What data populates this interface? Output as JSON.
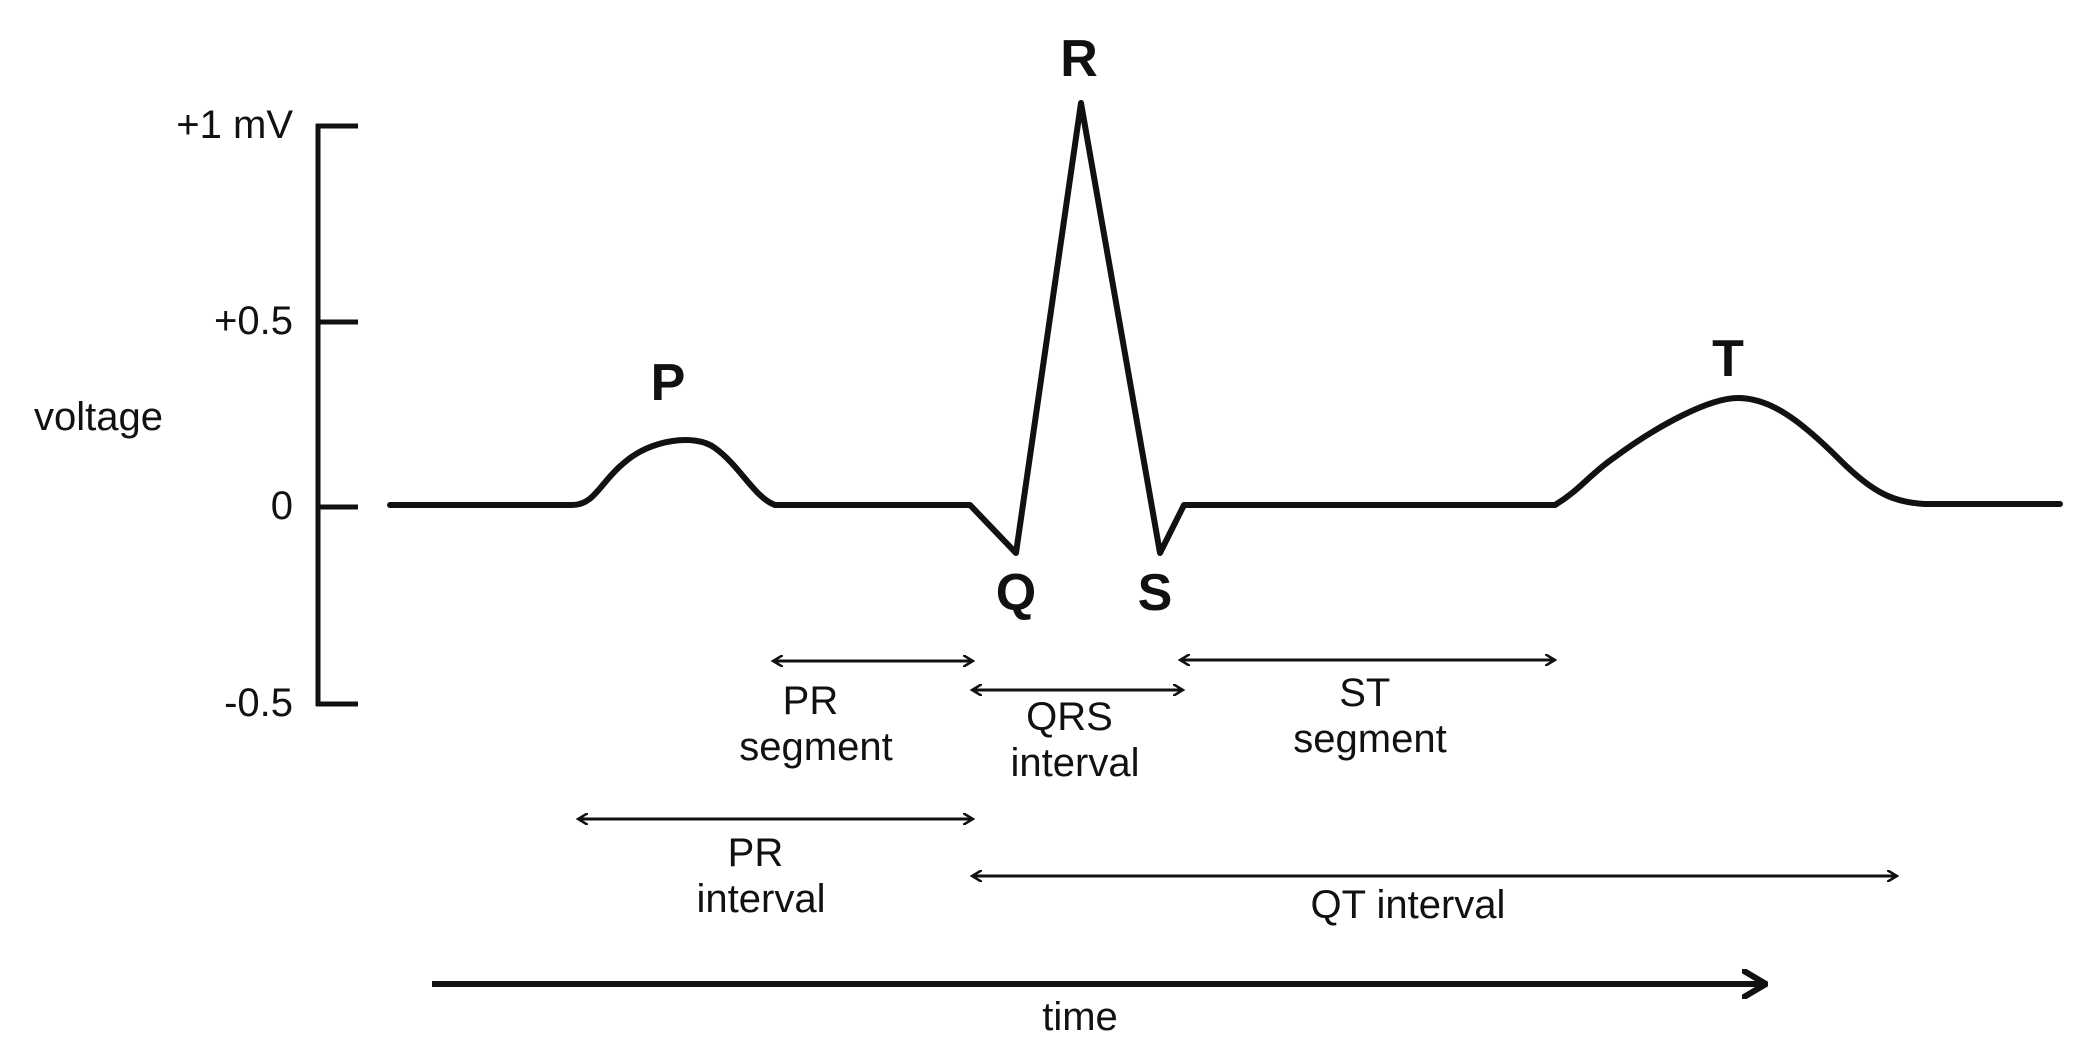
{
  "axis": {
    "tick_labels": [
      "+1 mV",
      "+0.5",
      "0",
      "-0.5"
    ],
    "y_label": "voltage"
  },
  "waves": {
    "p": "P",
    "q": "Q",
    "r": "R",
    "s": "S",
    "t": "T"
  },
  "intervals": {
    "pr_segment": [
      "PR",
      "segment"
    ],
    "qrs_interval": [
      "QRS",
      "interval"
    ],
    "st_segment": [
      "ST",
      "segment"
    ],
    "pr_interval": [
      "PR",
      "interval"
    ],
    "qt_interval": "QT interval"
  },
  "time_label": "time"
}
